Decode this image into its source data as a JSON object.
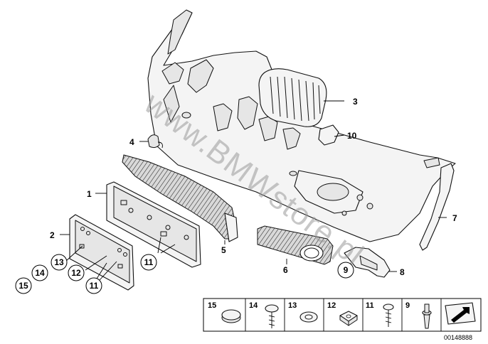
{
  "watermark": "www.BMWstore.pl",
  "doc_number": "00148888",
  "callouts": {
    "c1": "1",
    "c2": "2",
    "c3": "3",
    "c4": "4",
    "c5": "5",
    "c6": "6",
    "c7": "7",
    "c8": "8",
    "c9": "9",
    "c10": "10",
    "c11a": "11",
    "c11b": "11",
    "c12": "12",
    "c13": "13",
    "c14": "14",
    "c15": "15"
  },
  "legend": {
    "items": [
      "15",
      "14",
      "13",
      "12",
      "11",
      "9"
    ]
  },
  "icons": {
    "arrow": "arrow-box-icon"
  }
}
